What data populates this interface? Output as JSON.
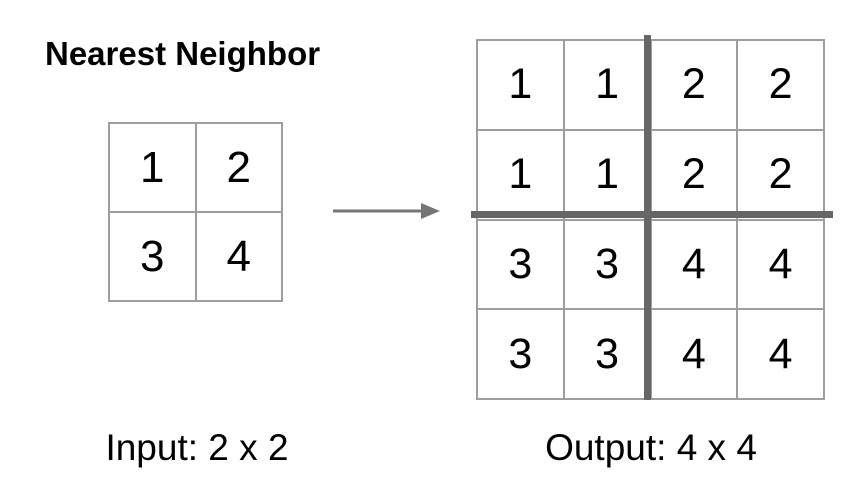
{
  "title": "Nearest Neighbor",
  "input_grid": {
    "label": "Input: 2 x 2",
    "rows": 2,
    "cols": 2,
    "cells": [
      [
        "1",
        "2"
      ],
      [
        "3",
        "4"
      ]
    ]
  },
  "arrow": {
    "icon": "right-arrow"
  },
  "output_grid": {
    "label": "Output: 4 x 4",
    "rows": 4,
    "cols": 4,
    "cells": [
      [
        "1",
        "1",
        "2",
        "2"
      ],
      [
        "1",
        "1",
        "2",
        "2"
      ],
      [
        "3",
        "3",
        "4",
        "4"
      ],
      [
        "3",
        "3",
        "4",
        "4"
      ]
    ]
  },
  "colors": {
    "grid_line": "#9e9e9e",
    "thick_divider": "#666666",
    "arrow": "#757575",
    "text": "#000000"
  }
}
